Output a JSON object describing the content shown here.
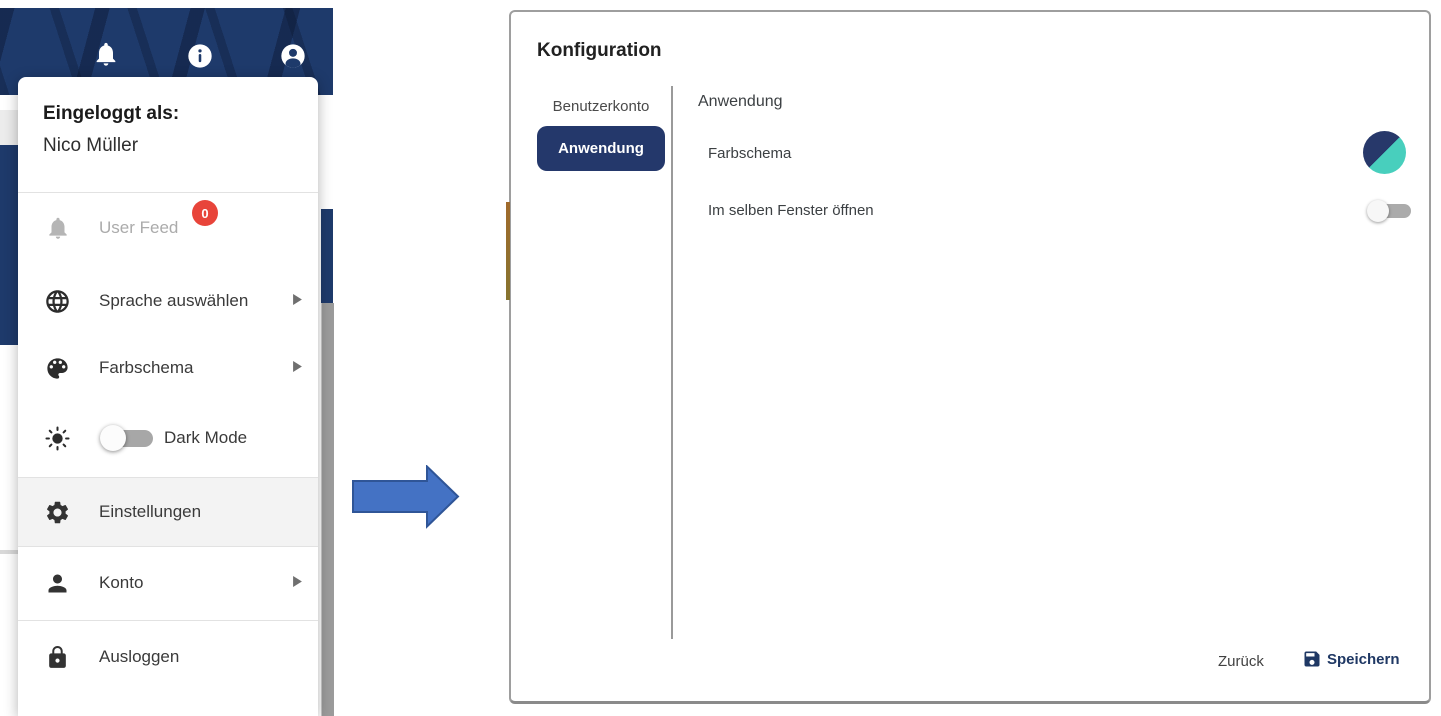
{
  "app": {
    "header": {
      "icons": [
        "notifications-icon",
        "info-icon",
        "account-icon"
      ]
    },
    "user_menu": {
      "logged_in_label": "Eingeloggt als:",
      "user_name": "Nico Müller",
      "items": [
        {
          "label": "User Feed",
          "icon": "bell-icon",
          "badge": "0",
          "disabled": true
        },
        {
          "label": "Sprache auswählen",
          "icon": "globe-icon",
          "has_submenu": true
        },
        {
          "label": "Farbschema",
          "icon": "palette-icon",
          "has_submenu": true
        },
        {
          "label": "Dark Mode",
          "icon": "brightness-icon",
          "toggle_on": false
        },
        {
          "label": "Einstellungen",
          "icon": "gear-icon",
          "highlighted": true
        },
        {
          "label": "Konto",
          "icon": "person-icon",
          "has_submenu": true
        },
        {
          "label": "Ausloggen",
          "icon": "lock-icon"
        }
      ]
    }
  },
  "dialog": {
    "title": "Konfiguration",
    "nav": [
      {
        "label": "Benutzerkonto",
        "active": false
      },
      {
        "label": "Anwendung",
        "active": true
      }
    ],
    "content": {
      "heading": "Anwendung",
      "rows": [
        {
          "label": "Farbschema",
          "control": "color-scheme-circle"
        },
        {
          "label": "Im selben Fenster öffnen",
          "control": "toggle",
          "toggle_on": false
        }
      ]
    },
    "footer": {
      "back_label": "Zurück",
      "save_label": "Speichern"
    }
  },
  "colors": {
    "navy": "#1E3A6B",
    "teal": "#48CFBD",
    "badge_red": "#E8443A",
    "arrow_blue": "#4472C4",
    "arrow_border": "#2F5597"
  }
}
